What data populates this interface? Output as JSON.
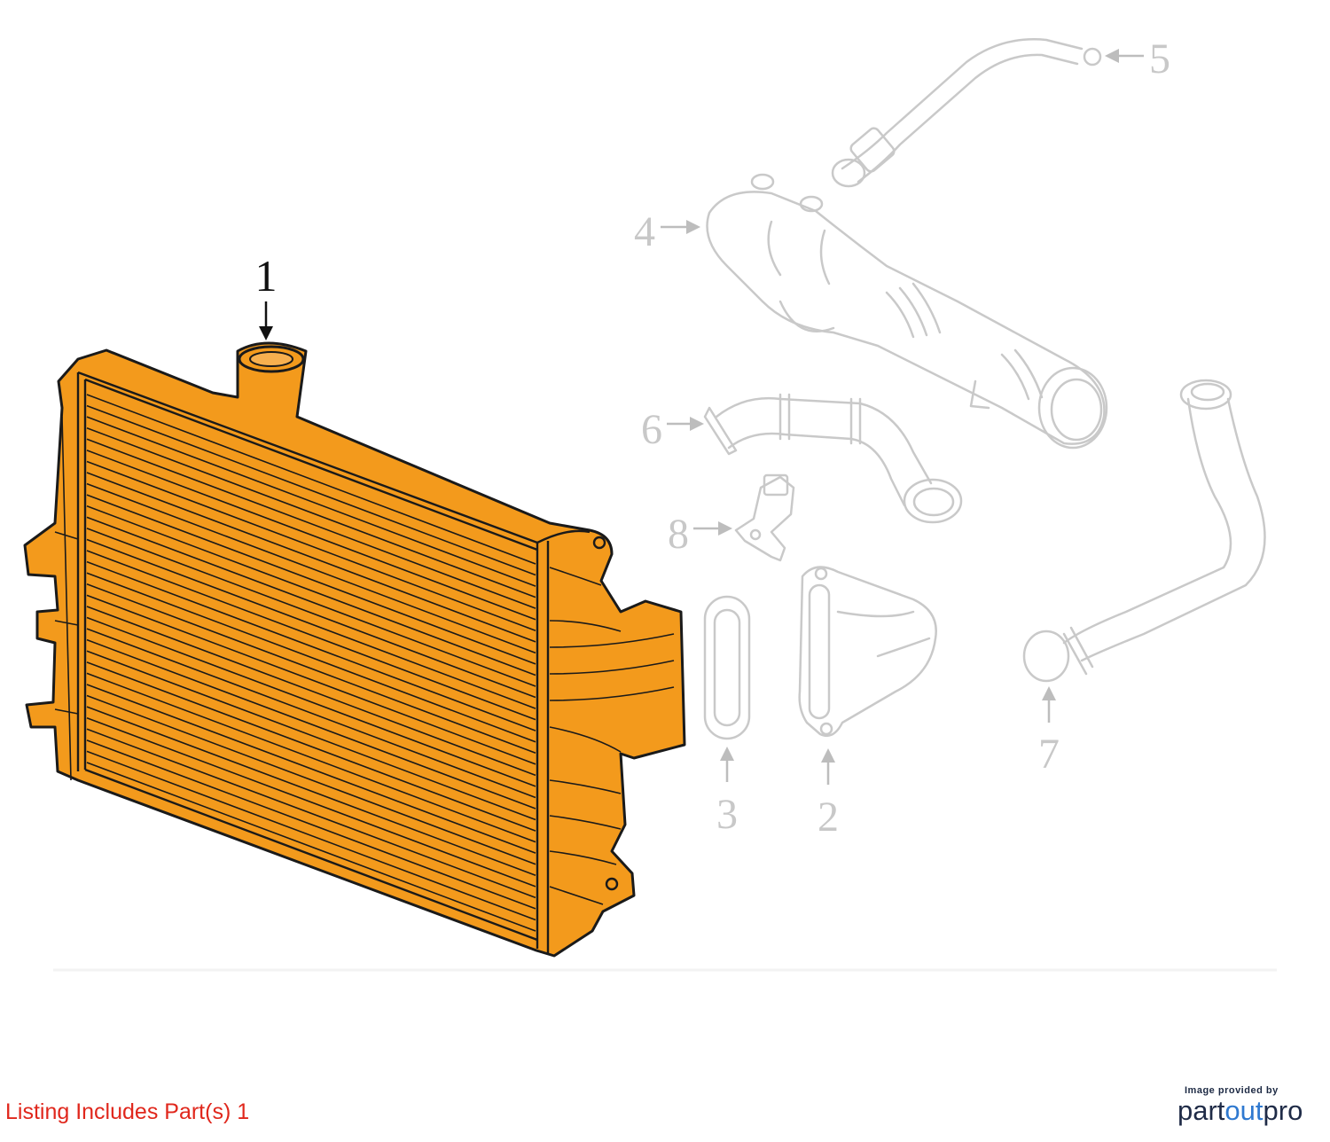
{
  "diagram": {
    "callouts": [
      {
        "id": "1",
        "label": "1",
        "highlighted": true
      },
      {
        "id": "2",
        "label": "2",
        "highlighted": false
      },
      {
        "id": "3",
        "label": "3",
        "highlighted": false
      },
      {
        "id": "4",
        "label": "4",
        "highlighted": false
      },
      {
        "id": "5",
        "label": "5",
        "highlighted": false
      },
      {
        "id": "6",
        "label": "6",
        "highlighted": false
      },
      {
        "id": "7",
        "label": "7",
        "highlighted": false
      },
      {
        "id": "8",
        "label": "8",
        "highlighted": false
      }
    ],
    "highlight_color": "#f39a1c",
    "faded_color": "#c9c9c9"
  },
  "caption": {
    "text": "Listing Includes Part(s) 1",
    "color": "#e0271c"
  },
  "attribution": {
    "small_text": "Image provided by",
    "brand_part": "part",
    "brand_out": "out",
    "brand_pro": "pro",
    "brand_primary_color": "#1f2b47",
    "brand_accent_color": "#2f79d0"
  }
}
